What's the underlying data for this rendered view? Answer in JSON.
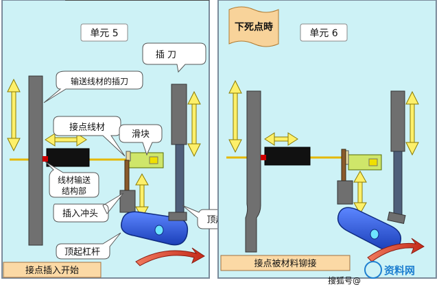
{
  "left_panel": {
    "unit_label": "单元 5",
    "labels": {
      "insert_knife": "插 刀",
      "feed_wire_insert_knife": "输送线材的插刀",
      "contact_wire": "接点线材",
      "slider": "滑块",
      "wire_feed_structure": "线材输送\n结构部",
      "insert_punch": "插入冲头",
      "ejector_pin": "顶起针",
      "ejector_lever": "顶起杠杆"
    },
    "caption": "接点插入开始"
  },
  "right_panel": {
    "unit_label": "单元 6",
    "tag": "下死点時",
    "caption": "接点被材料铆接"
  },
  "watermarks": [
    "搜狐号@",
    "资料网"
  ],
  "colors": {
    "panel_bg": "#cdf2f6",
    "panel_border": "#7a8a9a",
    "label_bg": "#ffffff",
    "caption_bg": "#fbd9a5",
    "tag_bg": "#f8d39a",
    "gray_part": "#6f6f6f",
    "slate_part": "#5a6b80",
    "arrow_yellow": "#fdf06a",
    "wire_line": "#e5b800",
    "slider_green": "#cfe66a",
    "feed_black": "#111111",
    "lever_blue": "#2456d8",
    "red_arrow": "#d93d2a"
  }
}
